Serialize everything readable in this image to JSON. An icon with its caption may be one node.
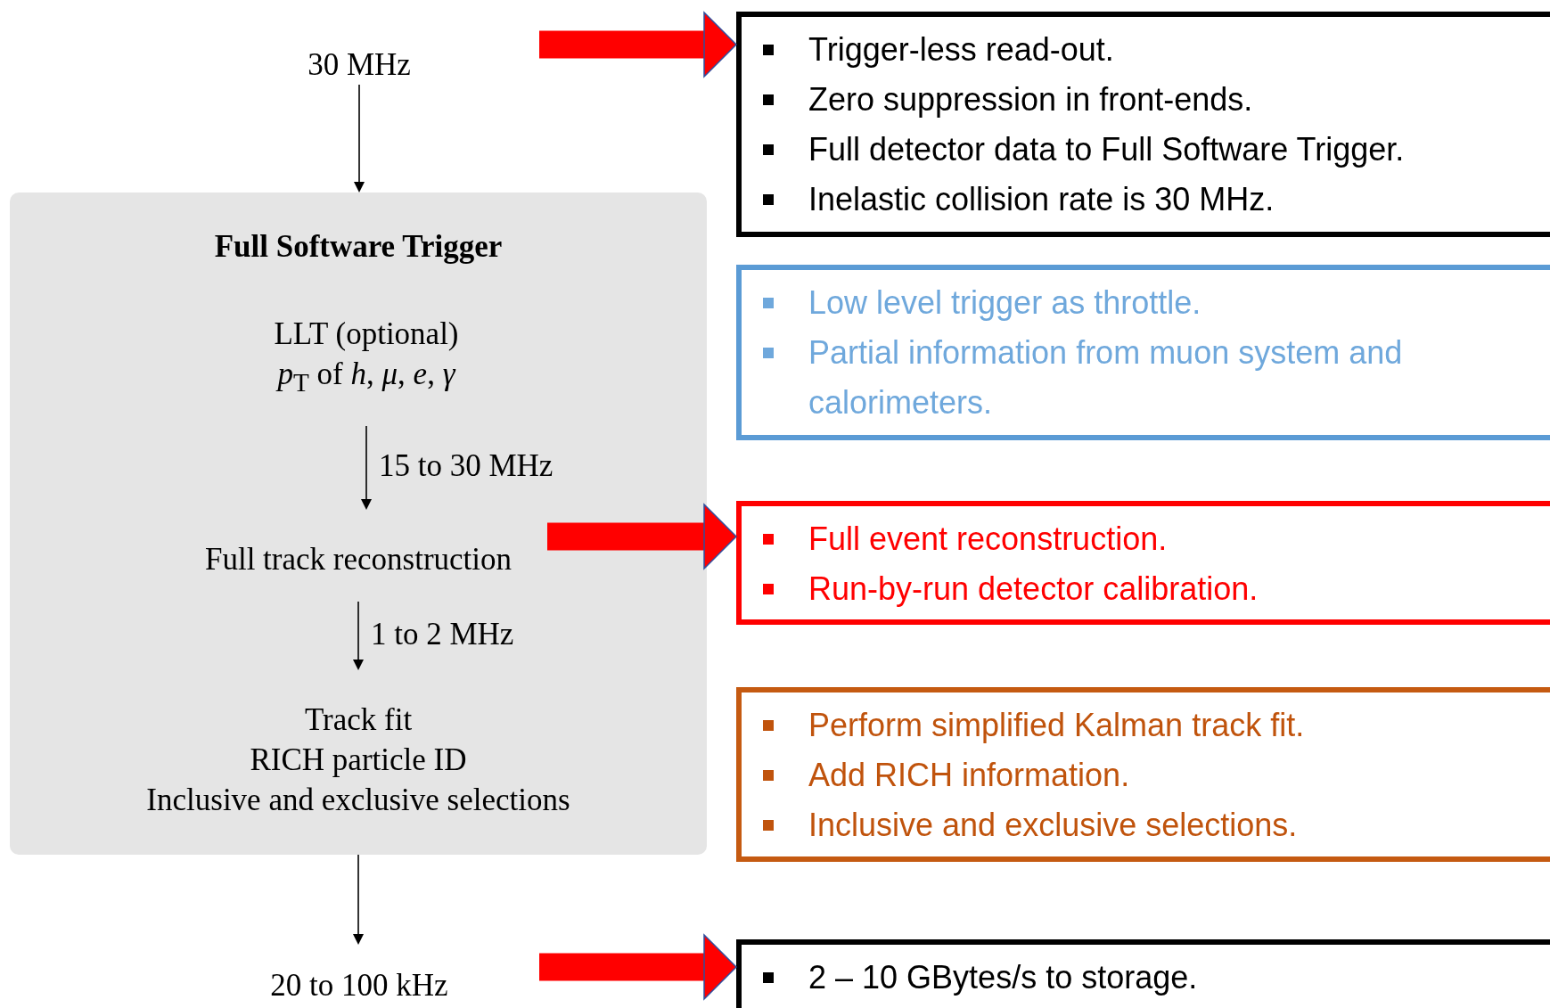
{
  "diagram": {
    "nodes": [
      {
        "text": [
          "30 MHz"
        ]
      },
      {
        "text": [
          "Full Software Trigger"
        ]
      },
      {
        "text": [
          "LLT (optional)",
          "*p*$_{T}$ of *h*, *μ*, *e*, *γ*"
        ],
        "in": 1
      },
      {
        "text": [
          "Full track reconstruction"
        ],
        "in": 1
      },
      {
        "text": [
          "Track fit",
          "RICH particle ID",
          "Inclusive and exclusive selections"
        ],
        "in": 1
      },
      {
        "text": [
          "20 to 100 kHz"
        ]
      },
      {
        "text": [
          "Trigger-less read-out.",
          "Zero suppression in front-ends.",
          "Full detector data to Full Software Trigger.",
          "Inelastic collision rate is 30 MHz."
        ]
      },
      {
        "text": [
          "Low level trigger as throttle.",
          "Partial information from muon system and calorimeters."
        ]
      },
      {
        "text": [
          "Full event reconstruction.",
          "Run-by-run detector calibration."
        ]
      },
      {
        "text": [
          "Perform simplified Kalman track fit.",
          "Add RICH information.",
          "Inclusive and exclusive selections."
        ]
      },
      {
        "text": [
          "2 – 10 GBytes/s to storage."
        ]
      }
    ],
    "edges": [
      {
        "from": 0,
        "to": 1,
        "arrow": "to"
      },
      {
        "from": 2,
        "to": 3,
        "arrow": "to",
        "label": "15 to 30 MHz"
      },
      {
        "from": 3,
        "to": 4,
        "arrow": "to",
        "label": "1 to 2 MHz"
      },
      {
        "from": 1,
        "to": 5,
        "arrow": "to"
      },
      {
        "from": null,
        "to": 6,
        "arrow": "to",
        "style": "thick",
        "color": "#ff0000"
      },
      {
        "from": 3,
        "to": 8,
        "arrow": "to",
        "style": "thick",
        "color": "#ff0000"
      },
      {
        "from": null,
        "to": 10,
        "arrow": "to",
        "style": "thick",
        "color": "#ff0000"
      }
    ]
  }
}
